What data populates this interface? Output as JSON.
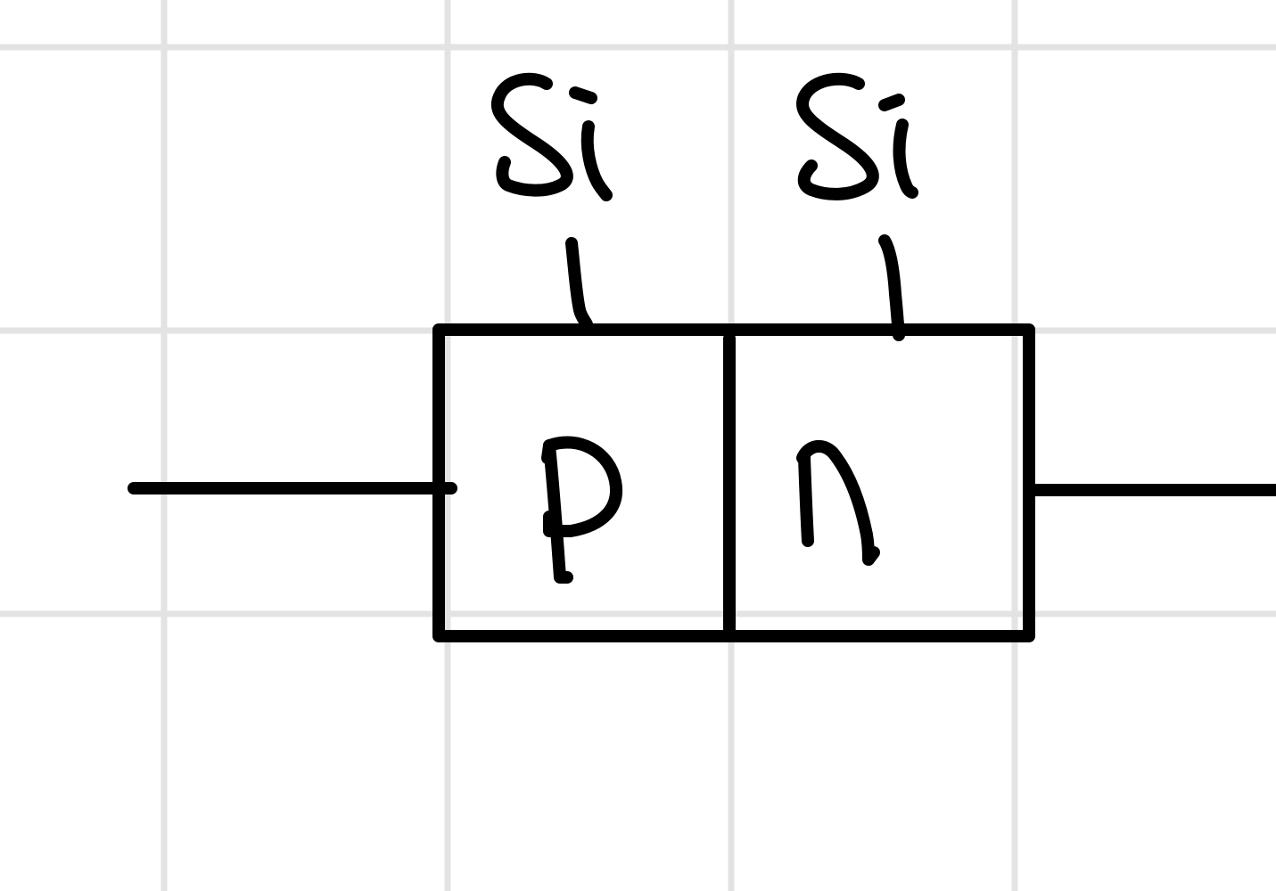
{
  "diagram": {
    "type": "pn-junction",
    "regions": [
      {
        "label": "p",
        "material_label": "Si"
      },
      {
        "label": "n",
        "material_label": "Si"
      }
    ]
  },
  "colors": {
    "background": "#ffffff",
    "grid": "#e3e3e3",
    "ink": "#000000"
  }
}
